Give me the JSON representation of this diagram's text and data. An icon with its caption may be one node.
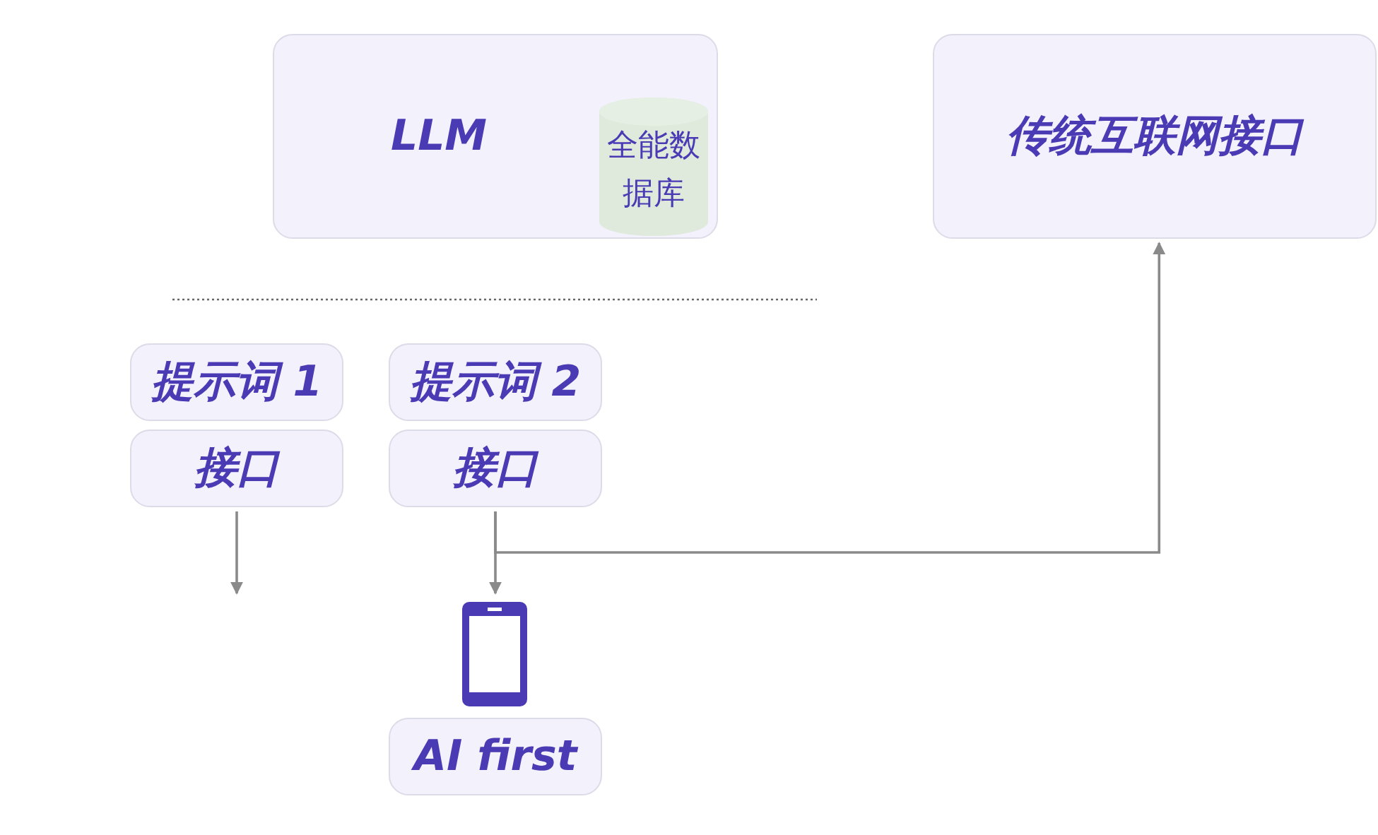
{
  "diagram": {
    "nodes": [
      {
        "text": [
          "LLM"
        ]
      },
      {
        "text": [
          "全能数据库"
        ],
        "in": 0
      },
      {
        "text": [
          "传统互联网接口"
        ]
      },
      {
        "text": [
          "提示词 1"
        ]
      },
      {
        "text": [
          "接口"
        ]
      },
      {
        "text": [
          "提示词 2"
        ]
      },
      {
        "text": [
          "接口"
        ]
      },
      {
        "text": [],
        "shape": "phone"
      },
      {
        "text": [
          "AI first"
        ]
      }
    ],
    "edges": [
      {
        "from": 4,
        "to": null,
        "arrow": "to"
      },
      {
        "from": 6,
        "to": 7,
        "arrow": "to"
      },
      {
        "from": 6,
        "to": 2,
        "arrow": "to"
      }
    ]
  }
}
